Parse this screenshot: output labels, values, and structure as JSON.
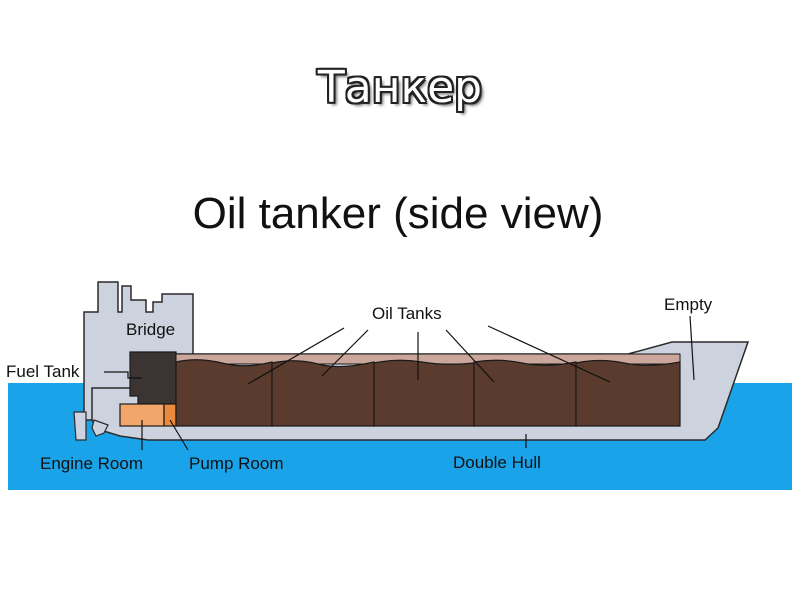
{
  "slide": {
    "title": "Танкер"
  },
  "diagram": {
    "title": "Oil tanker (side view)",
    "labels": {
      "bridge": "Bridge",
      "fuel_tank": "Fuel Tank",
      "oil_tanks": "Oil Tanks",
      "empty": "Empty",
      "engine_room": "Engine Room",
      "pump_room": "Pump Room",
      "double_hull": "Double Hull"
    },
    "colors": {
      "sea": "#1aa3e8",
      "hull": "#cdd3de",
      "oil": "#5a3b2e",
      "oil_surface": "#caa79a",
      "fuel_tank": "#3b3432",
      "engine_room": "#f2a66a",
      "pump_room": "#e98a3c"
    }
  }
}
